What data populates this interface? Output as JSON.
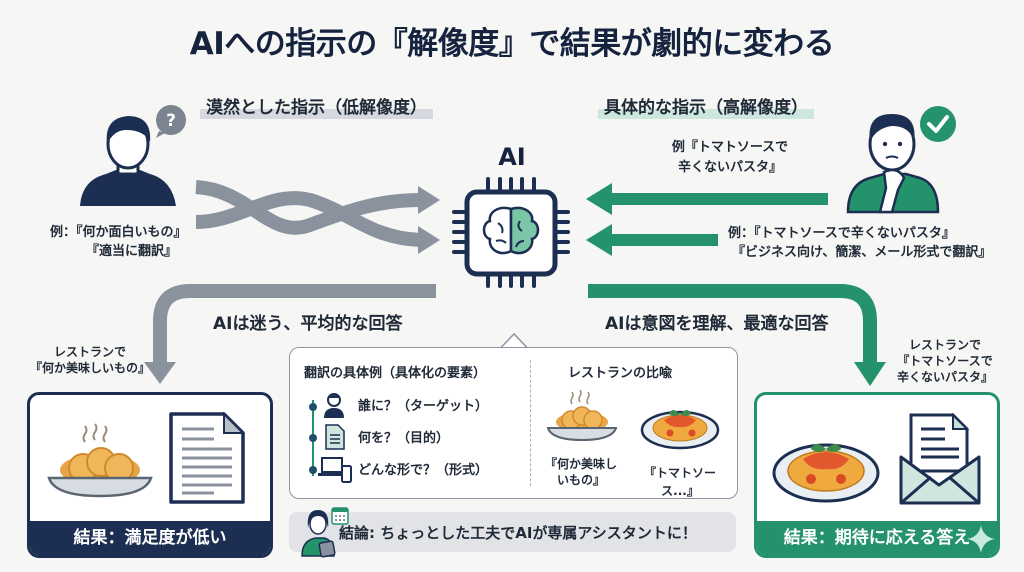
{
  "title": "AIへの指示の『解像度』で結果が劇的に変わる",
  "left": {
    "header": "漠然とした指示（低解像度）",
    "example_line1": "例：『何か面白いもの』",
    "example_line2": "『適当に翻訳』",
    "path_label": "AIは迷う、平均的な回答",
    "restaurant_line1": "レストランで",
    "restaurant_line2": "『何か美味しいもの』",
    "result": "結果：満足度が低い"
  },
  "right": {
    "header": "具体的な指示（高解像度）",
    "example_top_line1": "例『トマトソースで",
    "example_top_line2": "辛くないパスタ』",
    "example_line1": "例：『トマトソースで辛くないパスタ』",
    "example_line2": "『ビジネス向け、簡潔、メール形式で翻訳』",
    "path_label": "AIは意図を理解、最適な回答",
    "restaurant_line1": "レストランで",
    "restaurant_line2": "『トマトソースで",
    "restaurant_line3": "辛くないパスタ』",
    "result": "結果：期待に応える答え"
  },
  "ai": {
    "label": "AI"
  },
  "panel": {
    "translation_title": "翻訳の具体例（具体化の要素）",
    "items": [
      {
        "icon": "person-icon",
        "label": "誰に？（ターゲット）"
      },
      {
        "icon": "document-icon",
        "label": "何を？（目的）"
      },
      {
        "icon": "devices-icon",
        "label": "どんな形で？（形式）"
      }
    ],
    "metaphor_title": "レストランの比喩",
    "vague_caption_line1": "『何か美味し",
    "vague_caption_line2": "いもの』",
    "specific_caption": "『トマトソース...』"
  },
  "conclusion": "結論: ちょっとした工夫でAIが専属アシスタントに！",
  "colors": {
    "navy": "#1c2f52",
    "green": "#24936b",
    "gray_arrow": "#8a929d",
    "light_green": "#7cc6a8"
  }
}
